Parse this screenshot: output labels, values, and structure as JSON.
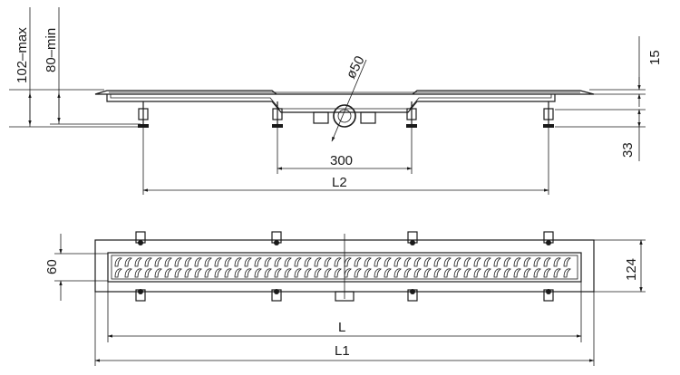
{
  "diagram": {
    "side_view": {
      "labels": {
        "height_max": "102–max",
        "height_min": "80–min",
        "outlet_diameter": "ø50",
        "flange_thickness": "15",
        "foot_height": "33",
        "outlet_offset": "300",
        "length_l2": "L2"
      }
    },
    "top_view": {
      "labels": {
        "grate_width": "60",
        "body_width": "124",
        "length_l": "L",
        "length_l1": "L1"
      }
    }
  }
}
